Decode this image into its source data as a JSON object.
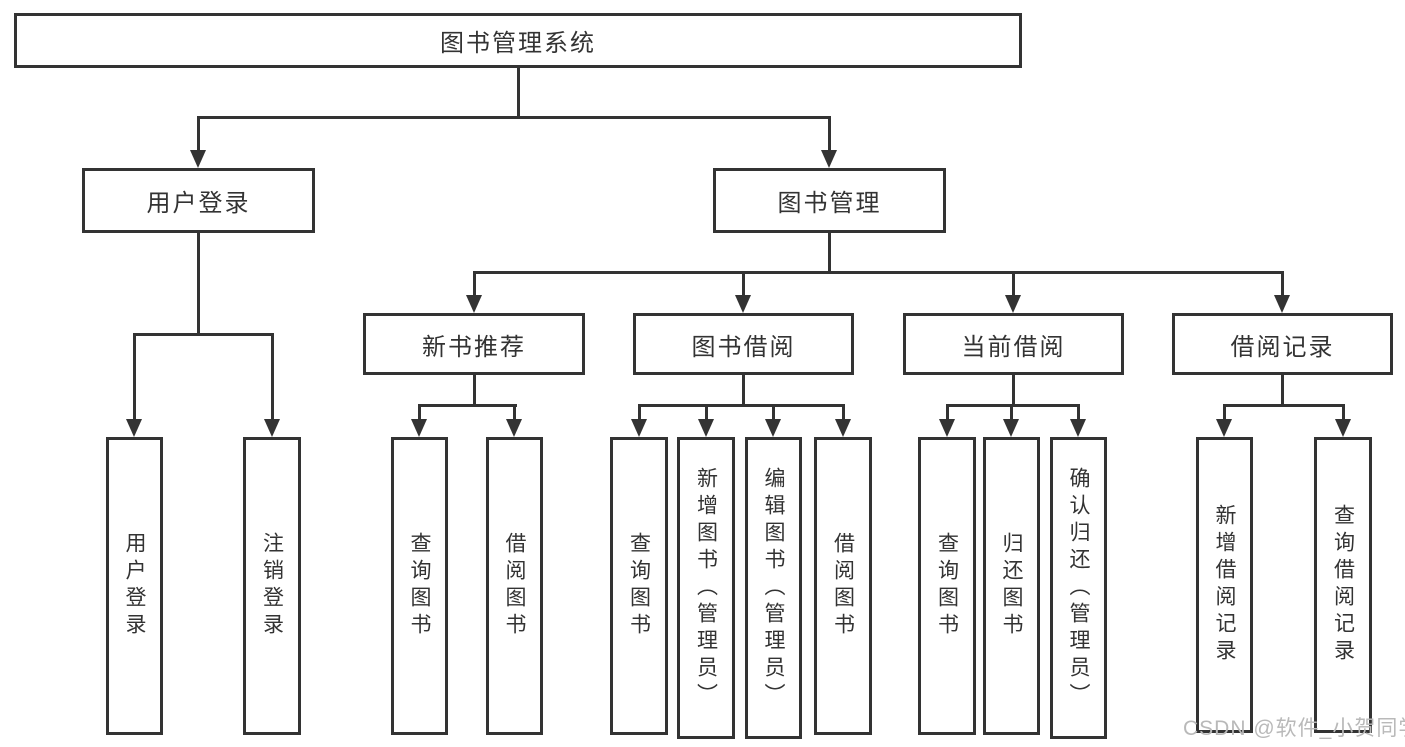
{
  "root": {
    "label": "图书管理系统"
  },
  "level2": {
    "user_login": {
      "label": "用户登录"
    },
    "book_mgmt": {
      "label": "图书管理"
    }
  },
  "level3": {
    "new_books": {
      "label": "新书推荐"
    },
    "book_borrow": {
      "label": "图书借阅"
    },
    "current_borrow": {
      "label": "当前借阅"
    },
    "borrow_records": {
      "label": "借阅记录"
    }
  },
  "leaves": {
    "user_login": [
      "用户登录",
      "注销登录"
    ],
    "new_books": [
      "查询图书",
      "借阅图书"
    ],
    "book_borrow": [
      "查询图书",
      "新增图书（管理员）",
      "编辑图书（管理员）",
      "借阅图书"
    ],
    "current_borrow": [
      "查询图书",
      "归还图书",
      "确认归还（管理员）"
    ],
    "borrow_records": [
      "新增借阅记录",
      "查询借阅记录"
    ]
  },
  "watermark": "CSDN @软件_小贺同学",
  "colors": {
    "line": "#333333",
    "text": "#333333",
    "watermark": "#b9b9b9",
    "background": "#ffffff"
  }
}
